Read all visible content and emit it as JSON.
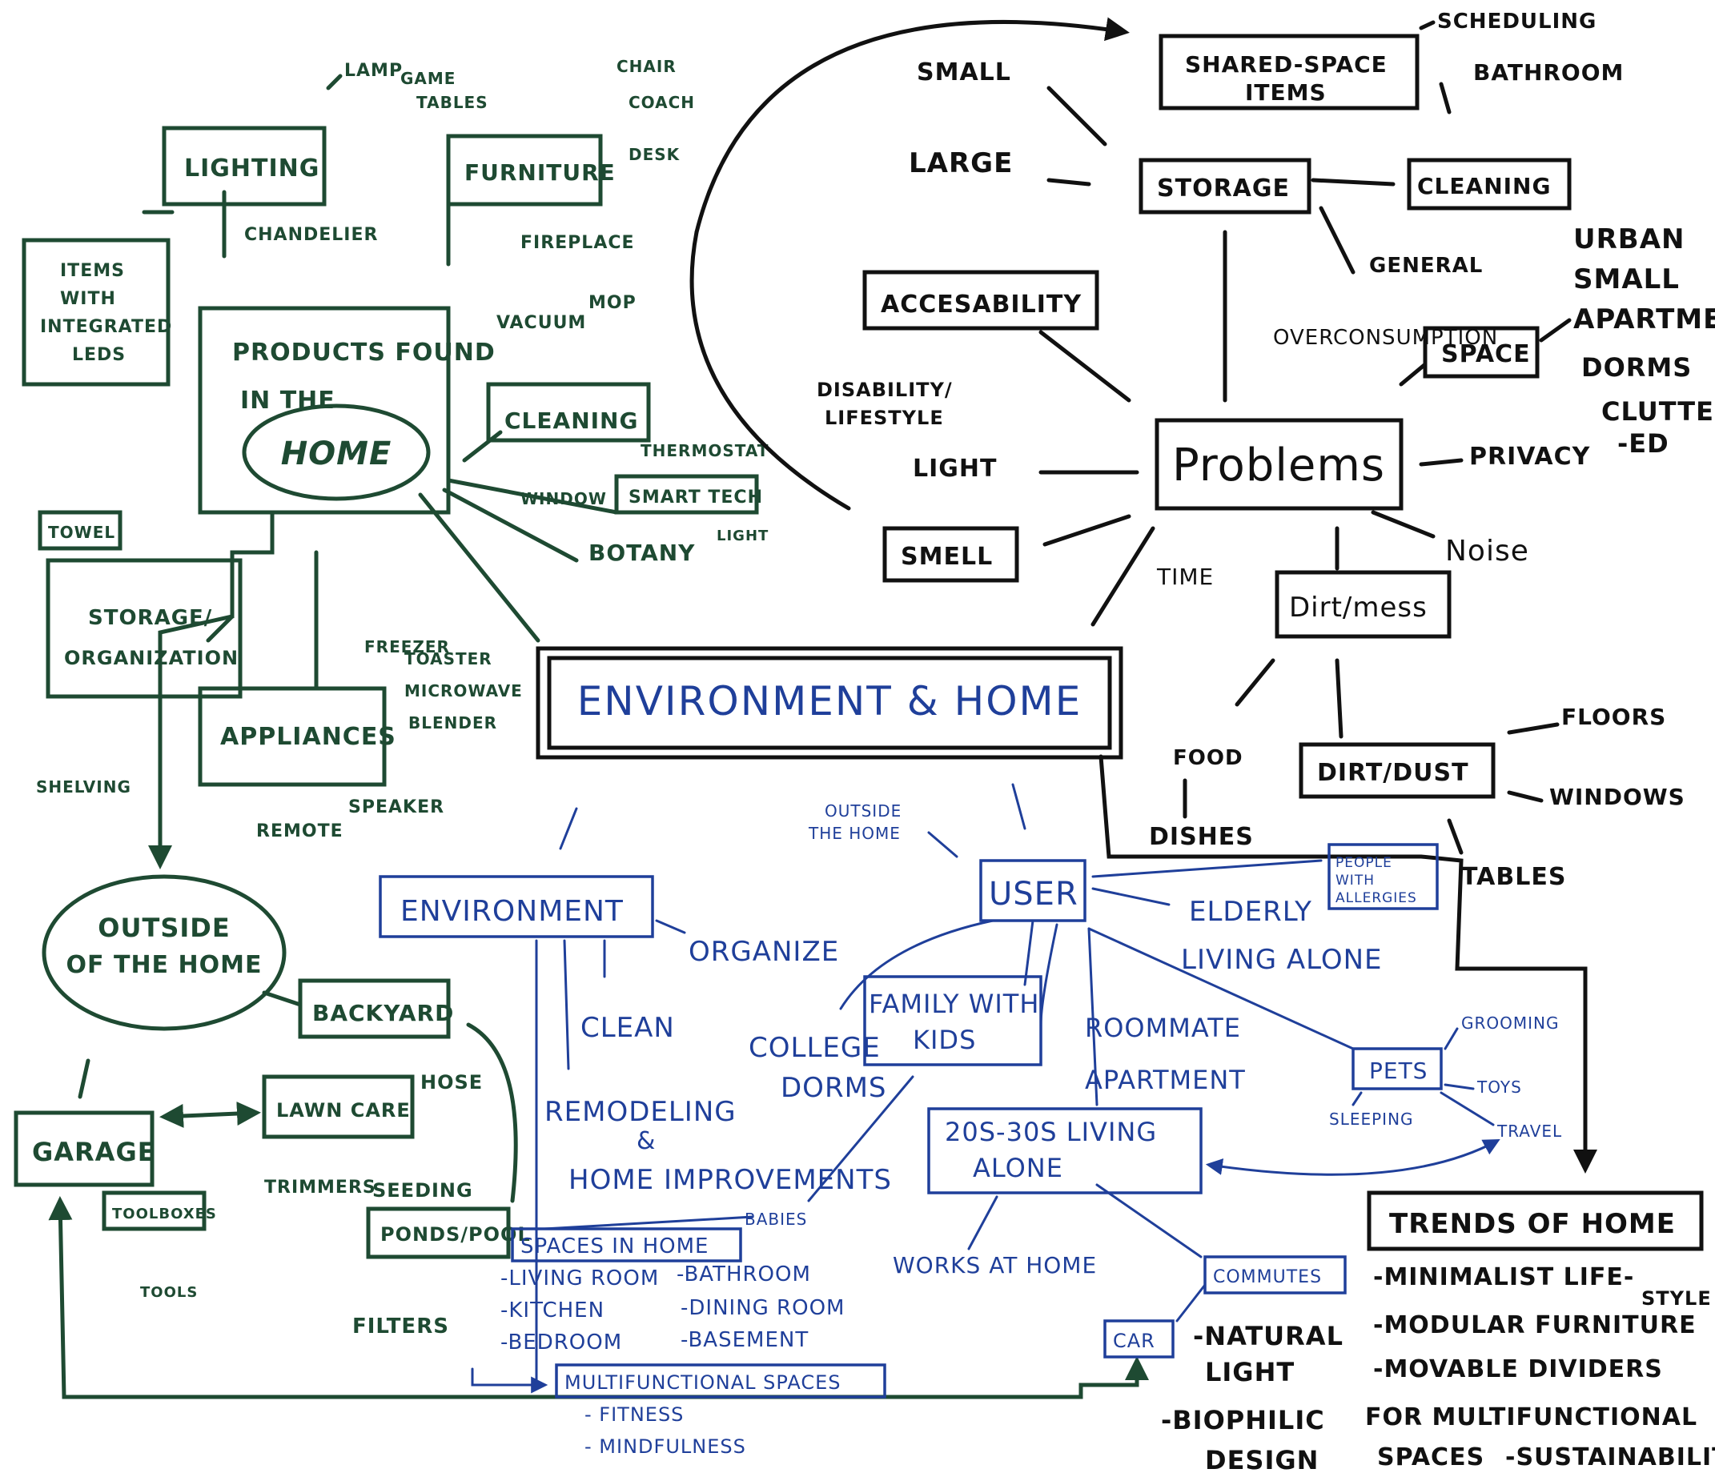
{
  "colors": {
    "black": "#111111",
    "green": "#1e4a32",
    "blue": "#1f3f9a"
  },
  "center": "ENVIRONMENT & HOME",
  "products": {
    "title_line1": "PRODUCTS FOUND",
    "title_line2": "IN THE",
    "title_home": "HOME",
    "lighting": "LIGHTING",
    "lamp": "LAMP",
    "chandelier": "CHANDELIER",
    "items_line1": "ITEMS",
    "items_line2": "WITH",
    "items_line3": "INTEGRATED",
    "items_line4": "LEDS",
    "game_tables_1": "GAME",
    "game_tables_2": "TABLES",
    "furniture": "FURNITURE",
    "chair": "CHAIR",
    "coach": "COACH",
    "desk": "DESK",
    "fireplace": "FIREPLACE",
    "vacuum": "VACUUM",
    "mop": "MOP",
    "cleaning": "CLEANING",
    "window": "WINDOW",
    "thermostat": "THERMOSTAT",
    "smart_tech": "SMART TECH",
    "light": "LIGHT",
    "botany": "BOTANY",
    "towel": "TOWEL",
    "storage_1": "STORAGE/",
    "storage_2": "ORGANIZATION",
    "shelving": "SHELVING",
    "appliances": "APPLIANCES",
    "freezer": "FREEZER",
    "toaster": "TOASTER",
    "microwave": "MICROWAVE",
    "blender": "BLENDER",
    "remote": "REMOTE",
    "speaker": "SPEAKER"
  },
  "outside": {
    "title_1": "OUTSIDE",
    "title_2": "OF THE HOME",
    "backyard": "BACKYARD",
    "garage": "GARAGE",
    "lawn_care": "LAWN CARE",
    "hose": "HOSE",
    "trimmers": "TRIMMERS",
    "seeding": "SEEDING",
    "toolboxes": "TOOLBOXES",
    "tools": "TOOLS",
    "ponds_pool": "PONDS/POOL",
    "filters": "FILTERS"
  },
  "problems": {
    "title": "Problems",
    "shared_1": "SHARED-SPACE",
    "shared_2": "ITEMS",
    "scheduling": "SCHEDULING",
    "bathroom": "BATHROOM",
    "small": "SMALL",
    "large": "LARGE",
    "storage": "STORAGE",
    "cleaning": "CLEANING",
    "general": "GENERAL",
    "urban": "URBAN",
    "small2": "SMALL",
    "apartment": "APARTMENT",
    "dorms": "DORMS",
    "overconsumption": "OVERCONSUMPTION",
    "space": "SPACE",
    "clutter_1": "CLUTTER",
    "clutter_2": "-ED",
    "accessability": "ACCESABILITY",
    "disability_1": "DISABILITY/",
    "disability_2": "LIFESTYLE",
    "light": "LIGHT",
    "privacy": "PRIVACY",
    "smell": "SMELL",
    "time": "TIME",
    "noise": "Noise",
    "dirt_mess": "Dirt/mess",
    "food": "FOOD",
    "dishes": "DISHES",
    "dirt_dust": "DIRT/DUST",
    "floors": "FLOORS",
    "windows": "WINDOWS",
    "tables": "TABLES"
  },
  "trends": {
    "title": "TRENDS OF HOME",
    "minimalist_1": "-MINIMALIST LIFE-",
    "minimalist_2": "STYLE",
    "modular": "-MODULAR FURNITURE",
    "movable": "-MOVABLE DIVIDERS",
    "for_multi": "FOR MULTIFUNCTIONAL",
    "spaces": "SPACES",
    "sustainability": "-SUSTAINABILITY",
    "natural_1": "-NATURAL",
    "natural_2": "LIGHT",
    "biophilic_1": "-BIOPHILIC",
    "biophilic_2": "DESIGN"
  },
  "env_user": {
    "environment": "ENVIRONMENT",
    "organize": "ORGANIZE",
    "clean": "CLEAN",
    "remodeling_1": "REMODELING",
    "remodeling_2": "&",
    "remodeling_3": "HOME IMPROVEMENTS",
    "college_1": "COLLEGE",
    "college_2": "DORMS",
    "outside_home_1": "OUTSIDE",
    "outside_home_2": "THE HOME",
    "user": "USER",
    "family_1": "FAMILY WITH",
    "family_2": "KIDS",
    "elderly_1": "ELDERLY",
    "elderly_2": "LIVING ALONE",
    "allergies_1": "PEOPLE",
    "allergies_2": "WITH",
    "allergies_3": "ALLERGIES",
    "roommate_1": "ROOMMATE",
    "roommate_2": "APARTMENT",
    "pets": "PETS",
    "grooming": "GROOMING",
    "toys": "TOYS",
    "sleeping": "SLEEPING",
    "travel": "TRAVEL",
    "twenties_1": "20S-30S LIVING",
    "twenties_2": "ALONE",
    "babies": "BABIES",
    "works_home": "WORKS AT HOME",
    "commutes": "COMMUTES",
    "car": "CAR",
    "spaces_title": "SPACES IN HOME",
    "living": "-LIVING ROOM",
    "bathroom": "-BATHROOM",
    "kitchen": "-KITCHEN",
    "dining": "-DINING ROOM",
    "bedroom": "-BEDROOM",
    "basement": "-BASEMENT",
    "multi_title": "MULTIFUNCTIONAL SPACES",
    "fitness": "- FITNESS",
    "mindfulness": "- MINDFULNESS"
  }
}
